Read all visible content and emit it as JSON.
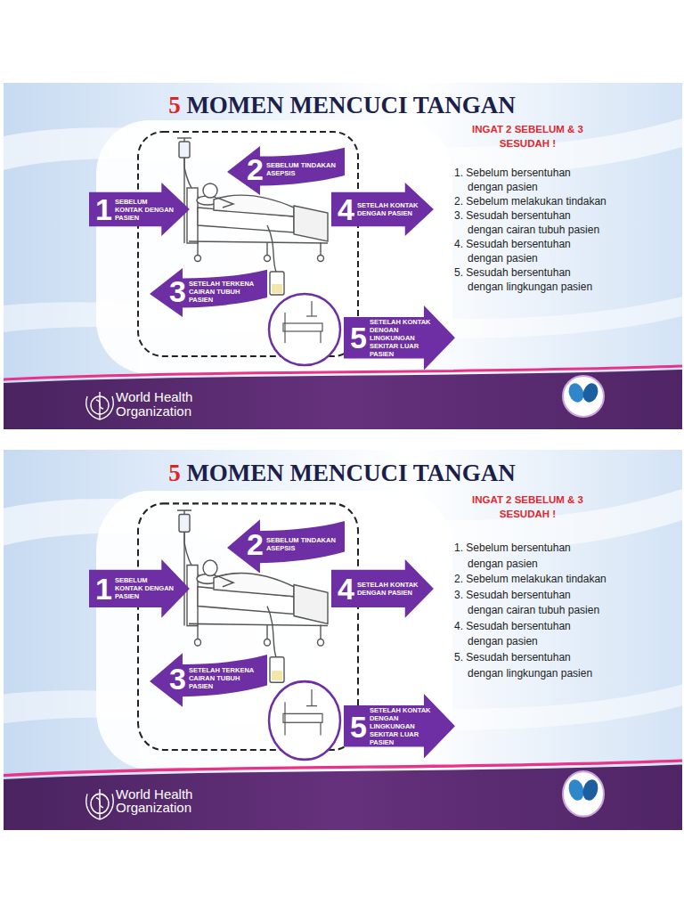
{
  "diagram": {
    "title": "5 MOMEN MENCUCI TANGAN",
    "nodes": [
      {
        "text": [
          "1",
          "SEBELUM KONTAK DENGAN PASIEN"
        ]
      },
      {
        "text": [
          "2",
          "SEBELUM TINDAKAN ASEPSIS"
        ]
      },
      {
        "text": [
          "3",
          "SETELAH TERKENA CAIRAN TUBUH PASIEN"
        ]
      },
      {
        "text": [
          "4",
          "SETELAH KONTAK DENGAN PASIEN"
        ]
      },
      {
        "text": [
          "5",
          "SETELAH KONTAK DENGAN LINGKUNGAN SEKITAR LUAR PASIEN"
        ]
      },
      {
        "text": [
          "1",
          "SEBELUM KONTAK DENGAN PASIEN"
        ]
      },
      {
        "text": [
          "2",
          "SEBELUM TINDAKAN ASEPSIS"
        ]
      },
      {
        "text": [
          "3",
          "SETELAH TERKENA CAIRAN TUBUH PASIEN"
        ]
      },
      {
        "text": [
          "4",
          "SETELAH KONTAK DENGAN PASIEN"
        ]
      },
      {
        "text": [
          "5",
          "SETELAH KONTAK DENGAN LINGKUNGAN SEKITAR LUAR PASIEN"
        ]
      }
    ],
    "labels": [
      "INGAT 2 SEBELUM & 3 SESUDAH !",
      "1. Sebelum bersentuhan dengan pasien",
      "2. Sebelum melakukan tindakan",
      "3. Sesudah bersentuhan dengan cairan tubuh pasien",
      "4. Sesudah bersentuhan dengan pasien",
      "5. Sesudah bersentuhan dengan lingkungan pasien",
      "World Health Organization",
      "5 MOMEN MENCUCI TANGAN",
      "INGAT 2 SEBELUM & 3 SESUDAH !",
      "1. Sebelum bersentuhan dengan pasien",
      "2. Sebelum melakukan tindakan",
      "3. Sesudah bersentuhan dengan cairan tubuh pasien",
      "4. Sesudah bersentuhan dengan pasien",
      "5. Sesudah bersentuhan dengan lingkungan pasien",
      "World Health Organization"
    ]
  }
}
